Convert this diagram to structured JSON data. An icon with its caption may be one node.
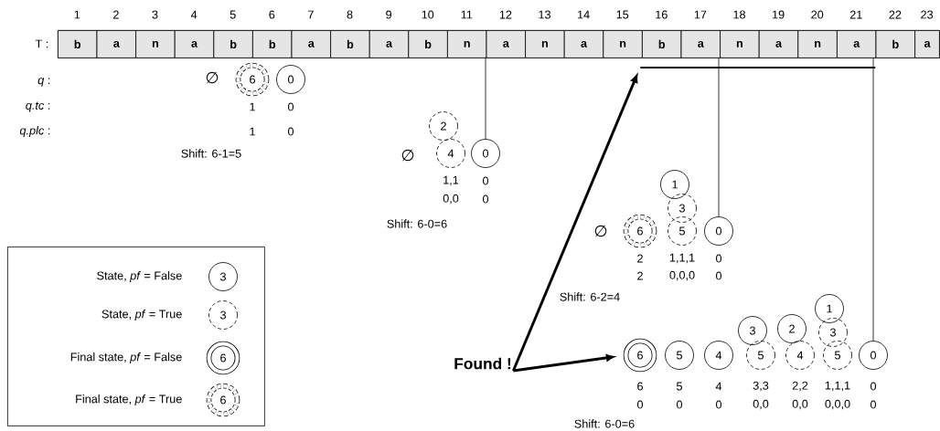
{
  "diagram": {
    "nodes": [
      {
        "text": [],
        "shape": "bar",
        "beside": [
          "T :"
        ]
      },
      {
        "text": [
          "b"
        ],
        "in": 0,
        "beside": [
          "1"
        ]
      },
      {
        "text": [
          "a"
        ],
        "in": 0,
        "beside": [
          "2"
        ]
      },
      {
        "text": [
          "n"
        ],
        "in": 0,
        "beside": [
          "3"
        ]
      },
      {
        "text": [
          "a"
        ],
        "in": 0,
        "beside": [
          "4"
        ]
      },
      {
        "text": [
          "b"
        ],
        "in": 0,
        "beside": [
          "5"
        ]
      },
      {
        "text": [
          "b"
        ],
        "in": 0,
        "beside": [
          "6"
        ]
      },
      {
        "text": [
          "a"
        ],
        "in": 0,
        "beside": [
          "7"
        ]
      },
      {
        "text": [
          "b"
        ],
        "in": 0,
        "beside": [
          "8"
        ]
      },
      {
        "text": [
          "a"
        ],
        "in": 0,
        "beside": [
          "9"
        ]
      },
      {
        "text": [
          "b"
        ],
        "in": 0,
        "beside": [
          "10"
        ]
      },
      {
        "text": [
          "n"
        ],
        "in": 0,
        "beside": [
          "11"
        ]
      },
      {
        "text": [
          "a"
        ],
        "in": 0,
        "beside": [
          "12"
        ]
      },
      {
        "text": [
          "n"
        ],
        "in": 0,
        "beside": [
          "13"
        ]
      },
      {
        "text": [
          "a"
        ],
        "in": 0,
        "beside": [
          "14"
        ]
      },
      {
        "text": [
          "n"
        ],
        "in": 0,
        "beside": [
          "15"
        ]
      },
      {
        "text": [
          "b"
        ],
        "in": 0,
        "beside": [
          "16"
        ]
      },
      {
        "text": [
          "a"
        ],
        "in": 0,
        "beside": [
          "17"
        ]
      },
      {
        "text": [
          "n"
        ],
        "in": 0,
        "beside": [
          "18"
        ]
      },
      {
        "text": [
          "a"
        ],
        "in": 0,
        "beside": [
          "19"
        ]
      },
      {
        "text": [
          "n"
        ],
        "in": 0,
        "beside": [
          "20"
        ]
      },
      {
        "text": [
          "a"
        ],
        "in": 0,
        "beside": [
          "21"
        ]
      },
      {
        "text": [
          "b"
        ],
        "in": 0,
        "beside": [
          "22"
        ]
      },
      {
        "text": [
          "a"
        ],
        "in": 0,
        "beside": [
          "23"
        ]
      },
      {
        "text": [],
        "shape": "bar"
      },
      {
        "text": [
          "6"
        ],
        "beside": [
          "1",
          "1"
        ]
      },
      {
        "text": [
          "0"
        ],
        "beside": [
          "0",
          "0"
        ]
      },
      {
        "text": [
          "2"
        ]
      },
      {
        "text": [
          "4"
        ],
        "beside": [
          "1,1",
          "0,0"
        ]
      },
      {
        "text": [
          "0"
        ],
        "beside": [
          "0",
          "0"
        ]
      },
      {
        "text": [
          "1"
        ]
      },
      {
        "text": [
          "3"
        ]
      },
      {
        "text": [
          "6"
        ],
        "beside": [
          "2",
          "2"
        ]
      },
      {
        "text": [
          "5"
        ],
        "beside": [
          "1,1,1",
          "0,0,0"
        ]
      },
      {
        "text": [
          "0"
        ],
        "beside": [
          "0",
          "0"
        ]
      },
      {
        "text": [
          "1"
        ]
      },
      {
        "text": [
          "3"
        ]
      },
      {
        "text": [
          "2"
        ]
      },
      {
        "text": [
          "3"
        ]
      },
      {
        "text": [
          "Found !"
        ]
      },
      {
        "text": [
          "6"
        ],
        "beside": [
          "6",
          "0"
        ]
      },
      {
        "text": [
          "5"
        ],
        "beside": [
          "5",
          "0"
        ]
      },
      {
        "text": [
          "4"
        ],
        "beside": [
          "4",
          "0"
        ]
      },
      {
        "text": [
          "5"
        ],
        "beside": [
          "3,3",
          "0,0"
        ]
      },
      {
        "text": [
          "4"
        ],
        "beside": [
          "2,2",
          "0,0"
        ]
      },
      {
        "text": [
          "5"
        ],
        "beside": [
          "1,1,1",
          "0,0,0"
        ]
      },
      {
        "text": [
          "0"
        ],
        "beside": [
          "0",
          "0"
        ]
      },
      {
        "text": [],
        "shape": "box"
      },
      {
        "text": [
          "3"
        ],
        "in": 47
      },
      {
        "text": [
          "3"
        ],
        "in": 47
      },
      {
        "text": [
          "6"
        ],
        "in": 47
      },
      {
        "text": [
          "6"
        ],
        "in": 47
      }
    ],
    "edges": [
      {
        "from": 29,
        "to": 0,
        "arrow": "none"
      },
      {
        "from": 34,
        "to": 0,
        "arrow": "none"
      },
      {
        "from": 46,
        "to": 0,
        "arrow": "none"
      },
      {
        "from": 39,
        "to": 24,
        "arrow": "to",
        "style": "thick"
      },
      {
        "from": 39,
        "to": 40,
        "arrow": "to",
        "style": "thick"
      }
    ],
    "labels": [
      "*q* :",
      "∅",
      "*q.tc* :",
      "*q.plc* :",
      "Shift: 6-1=5",
      "∅",
      "Shift: 6-0=6",
      "∅",
      "Shift: 6-2=4",
      "Shift: 6-0=6"
    ],
    "legend": [
      {
        "text": "State, *pf* = False"
      },
      {
        "text": "State, *pf* = True"
      },
      {
        "text": "Final state, *pf* = False"
      },
      {
        "text": "Final state, *pf* = True"
      }
    ]
  }
}
